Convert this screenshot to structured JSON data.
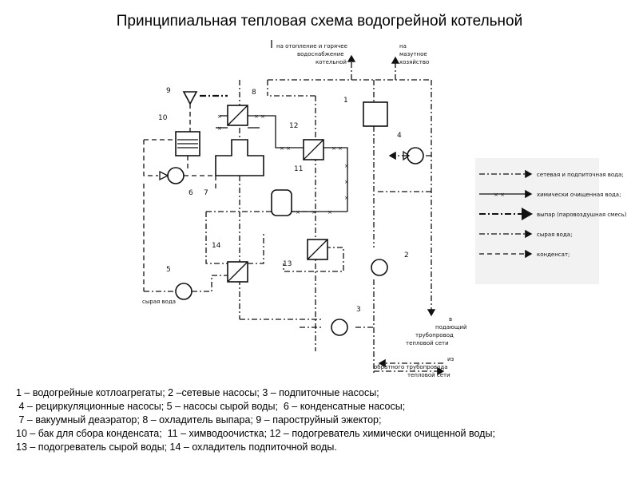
{
  "title": "Принципиальная тепловая схема водогрейной котельной",
  "scheme": {
    "top_labels": {
      "heating": [
        "на отопление и горячее",
        "водоснабжение",
        "котельной"
      ],
      "fuel_oil": [
        "на",
        "мазутное",
        "хозяйство"
      ]
    },
    "right_labels": {
      "supply": [
        "в",
        "подающий",
        "трубопровод",
        "тепловой сети"
      ],
      "return": [
        "из",
        "обратного трубопровода",
        "тепловой сети"
      ]
    },
    "raw_water_label": "сырая вода",
    "equipment_numbers": [
      "1",
      "2",
      "3",
      "4",
      "5",
      "6",
      "7",
      "8",
      "9",
      "10",
      "11",
      "12",
      "13",
      "14"
    ]
  },
  "legend": [
    {
      "line": "dash-dot",
      "text": "сетевая и подпиточная вода;"
    },
    {
      "line": "x-line",
      "text": "химически очищенная вода;"
    },
    {
      "line": "heavy-dash-dot",
      "text": "выпар (паровоздушная смесь)"
    },
    {
      "line": "dash-dot",
      "text": "сырая вода;"
    },
    {
      "line": "dashed",
      "text": "конденсат;"
    }
  ],
  "captions": [
    "1 – водогрейные котлоагрегаты; 2 –сетевые насосы; 3 – подпиточные насосы;",
    " 4 – рециркуляционные насосы; 5 – насосы сырой воды;  6 – конденсатные насосы;",
    " 7 – вакуумный деаэратор; 8 – охладитель выпара; 9 – пароструйный эжектор;",
    "10 – бак для сбора конденсата;  11 – химводоочистка; 12 – подогреватель химически очищенной воды;",
    "13 – подогреватель сырой воды; 14 – охладитель подпиточной воды."
  ]
}
